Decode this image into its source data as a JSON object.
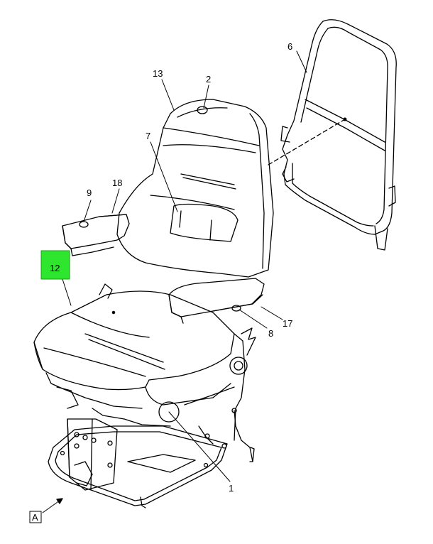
{
  "diagram": {
    "callouts": [
      {
        "id": "c1",
        "label": "1"
      },
      {
        "id": "c2",
        "label": "2"
      },
      {
        "id": "c6",
        "label": "6"
      },
      {
        "id": "c7",
        "label": "7"
      },
      {
        "id": "c8",
        "label": "8"
      },
      {
        "id": "c9",
        "label": "9"
      },
      {
        "id": "c12",
        "label": "12"
      },
      {
        "id": "c13",
        "label": "13"
      },
      {
        "id": "c17",
        "label": "17"
      },
      {
        "id": "c18",
        "label": "18"
      }
    ],
    "view_label": "A",
    "highlight_color": "#2ee62e"
  }
}
